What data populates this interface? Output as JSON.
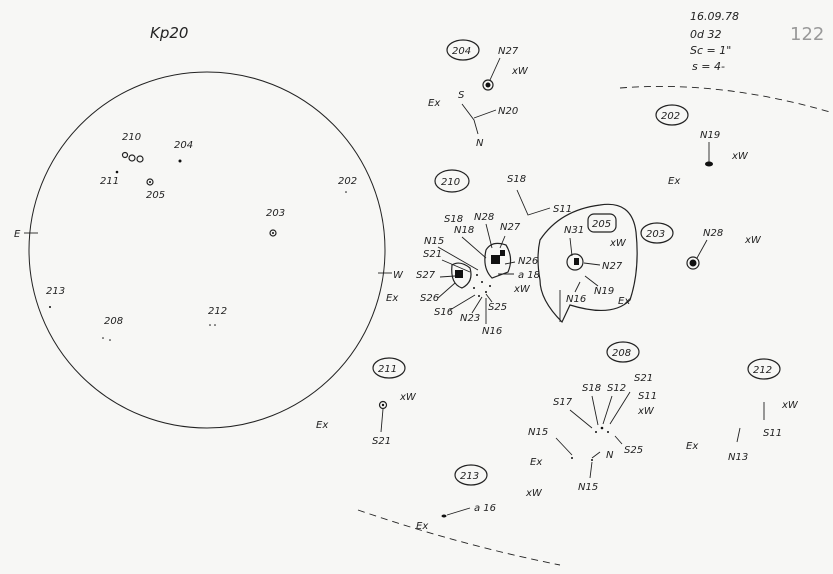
{
  "title": "Kp20",
  "header": {
    "date": "16.09.78",
    "time": "0d 32",
    "sc": "Sc = 1\"",
    "s": "s = 4-",
    "ref_number": "122"
  },
  "disk": {
    "east": "E",
    "west": "W",
    "groups": [
      "210",
      "204",
      "211",
      "205",
      "202",
      "203",
      "213",
      "212",
      "208"
    ]
  },
  "details": {
    "g204": {
      "id": "204",
      "labels": [
        "N27",
        "xW",
        "Ex",
        "S",
        "N20",
        "N"
      ]
    },
    "g202": {
      "id": "202",
      "labels": [
        "N19",
        "xW",
        "Ex"
      ]
    },
    "g210": {
      "id": "210",
      "labels": [
        "S18",
        "S11",
        "S18",
        "N28",
        "N27",
        "N18",
        "N15",
        "S21",
        "N26",
        "a 18",
        "xW",
        "S27",
        "S26",
        "S16",
        "N23",
        "S25",
        "N16",
        "Ex"
      ]
    },
    "g205": {
      "id": "205",
      "labels": [
        "N31",
        "xW",
        "N27",
        "N19",
        "N16",
        "Ex"
      ]
    },
    "g203": {
      "id": "203",
      "labels": [
        "N28",
        "xW"
      ]
    },
    "g211": {
      "id": "211",
      "labels": [
        "xW",
        "Ex",
        "S21"
      ]
    },
    "g208": {
      "id": "208",
      "labels": [
        "S17",
        "S18",
        "S12",
        "S21",
        "S11",
        "xW",
        "S25",
        "N15",
        "Ex",
        "N",
        "N15"
      ]
    },
    "g212": {
      "id": "212",
      "labels": [
        "xW",
        "S11",
        "Ex",
        "N13"
      ]
    },
    "g213": {
      "id": "213",
      "labels": [
        "xW",
        "a 16",
        "Ex"
      ]
    }
  }
}
